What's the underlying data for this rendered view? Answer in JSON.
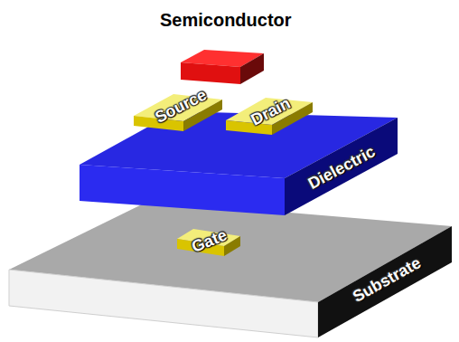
{
  "diagram": {
    "nodes": [
      {
        "text": [
          "Semiconductor"
        ]
      },
      {
        "text": [
          "Source"
        ]
      },
      {
        "text": [
          "Drain"
        ]
      },
      {
        "text": [
          "Dielectric"
        ]
      },
      {
        "text": [
          "Gate"
        ]
      },
      {
        "text": [
          "Substrate"
        ]
      }
    ]
  }
}
